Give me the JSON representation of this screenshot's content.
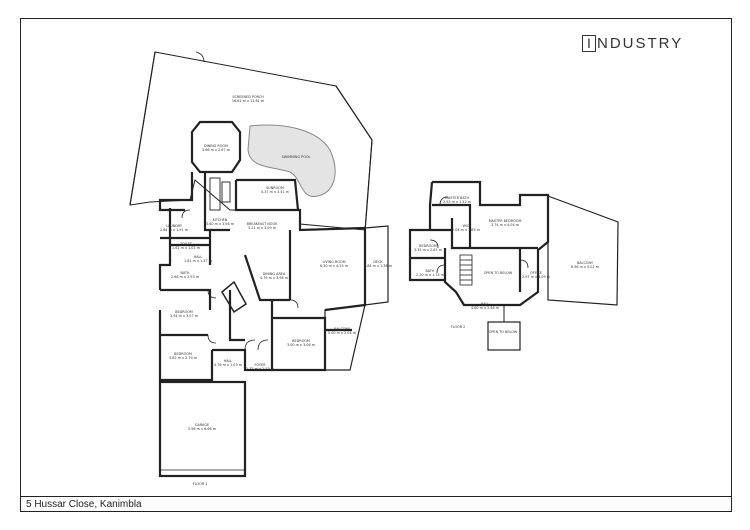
{
  "brand": {
    "logo_letter": "I",
    "logo_text": "NDUSTRY"
  },
  "footer": {
    "address": "5 Hussar Close, Kanimbla"
  },
  "floor1": {
    "caption": "FLOOR 1",
    "rooms": [
      {
        "id": "screened-porch",
        "name": "SCREENED PORCH",
        "dims": "16.61 m x 11.61 m"
      },
      {
        "id": "dining-room",
        "name": "DINING ROOM",
        "dims": "3.86 m x 2.87 m"
      },
      {
        "id": "swimming-pool",
        "name": "SWIMMING POOL",
        "dims": ""
      },
      {
        "id": "sunroom",
        "name": "SUNROOM",
        "dims": "4.37 m x 3.41 m"
      },
      {
        "id": "kitchen",
        "name": "KITCHEN",
        "dims": "3.60 m x 3.56 m"
      },
      {
        "id": "breakfast-nook",
        "name": "BREAKFAST NOOK",
        "dims": "3.21 m x 3.09 m"
      },
      {
        "id": "laundry",
        "name": "LAUNDRY",
        "dims": "2.84 m x 1.91 m"
      },
      {
        "id": "toilet",
        "name": "TOILET",
        "dims": "1.61 m x 1.01 m"
      },
      {
        "id": "hall-1",
        "name": "HALL",
        "dims": "1.81 m x 1.37 m"
      },
      {
        "id": "living-room",
        "name": "LIVING ROOM",
        "dims": "6.30 m x 4.25 m"
      },
      {
        "id": "deck",
        "name": "DECK",
        "dims": "5.84 m x 1.38 m"
      },
      {
        "id": "dining-area",
        "name": "DINING AREA",
        "dims": "4.79 m x 3.98 m"
      },
      {
        "id": "bath",
        "name": "BATH",
        "dims": "2.66 m x 2.93 m"
      },
      {
        "id": "bedroom-a",
        "name": "BEDROOM",
        "dims": "3.94 m x 3.07 m"
      },
      {
        "id": "bedroom-b",
        "name": "BEDROOM",
        "dims": "3.82 m x 2.79 m"
      },
      {
        "id": "balcony-1",
        "name": "BALCONY",
        "dims": "5.00 m x 2.04 m"
      },
      {
        "id": "bedroom-c",
        "name": "BEDROOM",
        "dims": "3.00 m x 3.06 m"
      },
      {
        "id": "hall-2",
        "name": "HALL",
        "dims": "4.76 m x 1.03 m"
      },
      {
        "id": "foyer",
        "name": "FOYER",
        "dims": "2.77 m x 2.23 m"
      },
      {
        "id": "garage",
        "name": "GARAGE",
        "dims": "5.96 m x 6.66 m"
      }
    ]
  },
  "floor2": {
    "caption": "FLOOR 2",
    "rooms": [
      {
        "id": "master-bath",
        "name": "MASTER BATH",
        "dims": "2.53 m x 1.52 m"
      },
      {
        "id": "wic",
        "name": "WIC",
        "dims": "2.04 m x 1.85 m"
      },
      {
        "id": "master-bedroom",
        "name": "MASTER BEDROOM",
        "dims": "3.74 m x 4.04 m"
      },
      {
        "id": "bedroom-d",
        "name": "BEDROOM",
        "dims": "3.35 m x 2.81 m"
      },
      {
        "id": "bath-2",
        "name": "BATH",
        "dims": "2.20 m x 1.74 m"
      },
      {
        "id": "open-below-1",
        "name": "OPEN TO BELOW",
        "dims": ""
      },
      {
        "id": "office",
        "name": "OFFICE",
        "dims": "2.97 m x 3.09 m"
      },
      {
        "id": "balcony-2",
        "name": "BALCONY",
        "dims": "6.56 m x 5.02 m"
      },
      {
        "id": "hall-3",
        "name": "HALL",
        "dims": "4.60 m x 2.46 m"
      },
      {
        "id": "open-below-2",
        "name": "OPEN TO BELOW",
        "dims": ""
      }
    ]
  }
}
